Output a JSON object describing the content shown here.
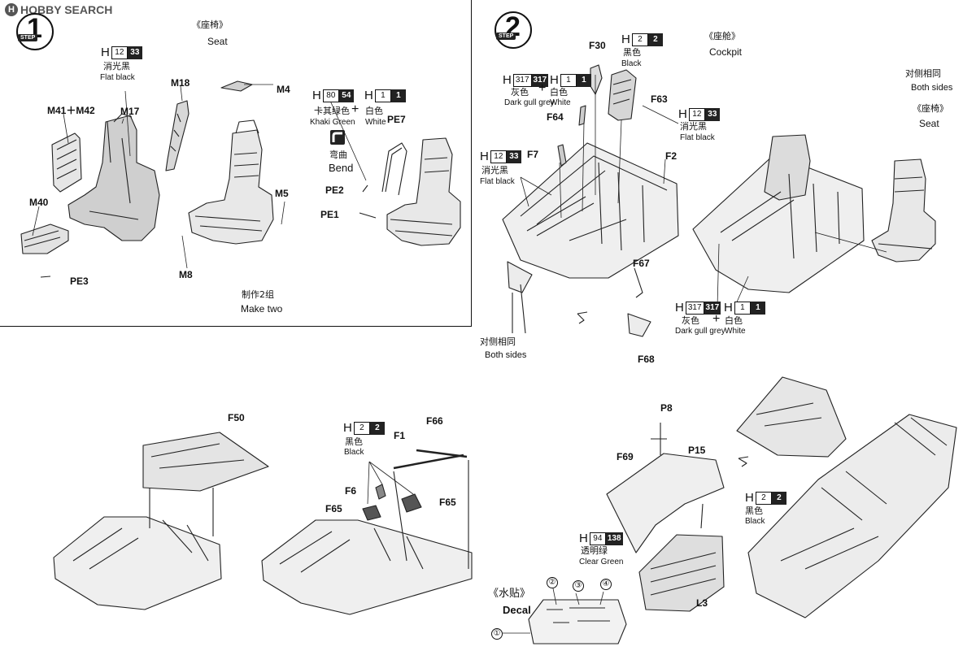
{
  "logo": {
    "mark": "H",
    "text": "HOBBY SEARCH"
  },
  "step1": {
    "step_label": "STEP",
    "step_number": "1",
    "title_cn": "《座椅》",
    "title_en": "Seat",
    "paint_flatblack": {
      "letter": "H",
      "code": "12",
      "num": "33",
      "cn": "消光黑",
      "en": "Flat black"
    },
    "paint_khaki": {
      "letter": "H",
      "code": "80",
      "num": "54",
      "cn": "卡其绿色",
      "en": "Khaki Green"
    },
    "paint_white": {
      "letter": "H",
      "code": "1",
      "num": "1",
      "cn": "白色",
      "en": "White"
    },
    "bend_cn": "弯曲",
    "bend_en": "Bend",
    "parts": {
      "m18": "M18",
      "m4": "M4",
      "m41m42": "M41＋M42",
      "m17": "M17",
      "pe7": "PE7",
      "pe2": "PE2",
      "m5": "M5",
      "pe1": "PE1",
      "m40": "M40",
      "m8": "M8",
      "pe3": "PE3"
    },
    "make_cn": "制作2组",
    "make_en": "Make two"
  },
  "step2": {
    "step_label": "STEP",
    "step_number": "2",
    "paint_black": {
      "letter": "H",
      "code": "2",
      "num": "2",
      "cn": "黑色",
      "en": "Black"
    },
    "title_cn": "《座舱》",
    "title_en": "Cockpit",
    "paint_grey": {
      "letter": "H",
      "code": "317",
      "num": "317",
      "cn": "灰色",
      "en": "Dark gull grey"
    },
    "paint_white": {
      "letter": "H",
      "code": "1",
      "num": "1",
      "cn": "白色",
      "en": "White"
    },
    "paint_flatblack_a": {
      "letter": "H",
      "code": "12",
      "num": "33",
      "cn": "消光黑",
      "en": "Flat black"
    },
    "paint_flatblack_b": {
      "letter": "H",
      "code": "12",
      "num": "33",
      "cn": "消光黑",
      "en": "Flat black"
    },
    "both_sides_cn": "对侧相同",
    "both_sides_en": "Both sides",
    "seat_cn": "《座椅》",
    "seat_en": "Seat",
    "parts": {
      "f30": "F30",
      "f63": "F63",
      "f64": "F64",
      "f7": "F7",
      "f2": "F2",
      "f67": "F67",
      "f68": "F68"
    },
    "paint_grey_b": {
      "letter": "H",
      "code": "317",
      "num": "317",
      "cn": "灰色",
      "en": "Dark gull grey"
    },
    "paint_white_b": {
      "letter": "H",
      "code": "1",
      "num": "1",
      "cn": "白色",
      "en": "White"
    },
    "both_sides2_cn": "对侧相同",
    "both_sides2_en": "Both sides"
  },
  "step3": {
    "parts": {
      "f50": "F50",
      "f66": "F66",
      "f1": "F1",
      "f6": "F6",
      "f65a": "F65",
      "f65b": "F65",
      "p8": "P8",
      "p15": "P15",
      "f69": "F69",
      "l3": "L3"
    },
    "paint_black": {
      "letter": "H",
      "code": "2",
      "num": "2",
      "cn": "黑色",
      "en": "Black"
    },
    "paint_black_b": {
      "letter": "H",
      "code": "2",
      "num": "2",
      "cn": "黑色",
      "en": "Black"
    },
    "paint_green": {
      "letter": "H",
      "code": "94",
      "num": "138",
      "cn": "透明绿",
      "en": "Clear Green"
    },
    "decal_cn": "《水贴》",
    "decal_en": "Decal",
    "decal_nums": [
      "①",
      "②",
      "③",
      "④"
    ]
  }
}
